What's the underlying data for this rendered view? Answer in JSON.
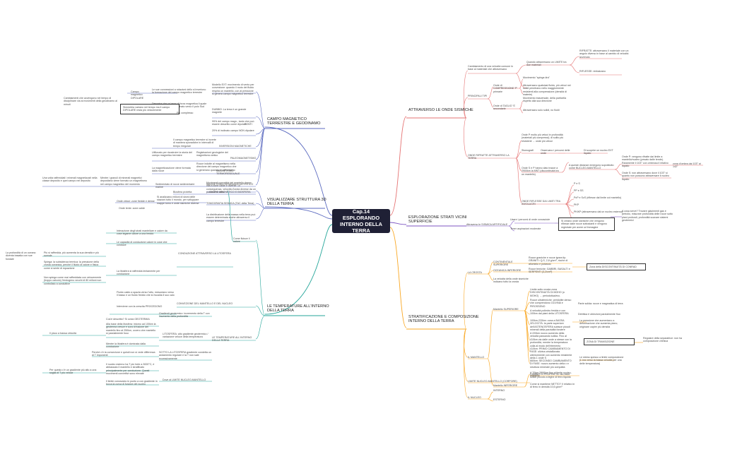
{
  "root": "Cap.14 ESPLORANDO INTERNO DELLA TERRA",
  "branches": {
    "onde": "ATTRAVERSO LE ONDE SISMICHE",
    "campo": "CAMPO MAGNETICO TERRESTRE E GEODINAMO",
    "visual": "VISUALIZZARE STRUTTURA 3D DELLA TERRA",
    "temp": "LE TEMPERATURE ALL'INTERNO DELLA TERRA",
    "esplor": "ESPLORAZIONE STRATI VICINI SUPERFICIE",
    "strat": "STRATIFICAZIONE E COMPOSIZIONE INTERNO DELLA TERRA"
  },
  "onde_nodes": {
    "n1": "Cambiamento di una velocità comune in base al materiale che attraversano",
    "n2": "Quando attraversano un LIMITE tra due materiali",
    "n3": "RIFRATTE: attraversano il materiale con un angolo diverso in base al cambio di velocità avvenuto",
    "n4": "RIFLESSE: rimbalzano",
    "n5": "PRINCIPALI TIPI",
    "n6": "Onde di COMPRESSIONE 'P' primarie",
    "n7": "Movimento \"spinge-tira\"",
    "n8": "Attraversano qualsiasi fluido, più veloci nei solidi penetrano nello maggiormente resistenti alla compressione (densità di materie)",
    "n9": "Onde di TAGLIO 'S' secondarie",
    "n10": "Movimento trasversale, della particella rispetto alla sua direzione",
    "n11": "Attraversano solo solidi, no fluidi",
    "n12": "ONDE RIFRATTE ATTRAVERSO LA TERRA",
    "n13": "Onde P molto più veloci in profondità (materiali più compressi); di solito più resistenti → onde più veloci",
    "n14": "Sismografi",
    "n15": "Osservano i percorsi delle onde",
    "n16": "Di scoprire un nucleo EXT liquido",
    "n17": "Onde S e P hanno dato tracce a 2900km la MNT (discontinuità tra un mantello)",
    "n18": "A queste distanze emergono soprattutto come NUCLEO-MANTELLO",
    "n19": "Onde P: vengono rifratte dai limite a mantello/nucleo (pesato dalle tende). Raramente il 103° con ombrosa il relativo liquido",
    "n20": "zona d'ombra dai 103° ai 142°",
    "n21": "Onde S: non attraversano dove il 103° si quanto non possono attraversare il nucleo liquido",
    "n22": "ONDE RIFLESSE DAI LIMITI TRA INVOLUCRI",
    "n23": "P e S",
    "n24": "PP e SS",
    "n25": "PcP e ScS (riflesse dal limite col mantello)",
    "n26": "PKP",
    "n27": "PKiKP (attraversano dal un nucleo esterno)",
    "n28": "PKIKP (attraversano nucleo int)"
  },
  "campo_nodes": {
    "c1": "Modello EXT: movimento di vento per convezione: quando il moto del fluido respira un mantello, con al pressione si genera campo magnetico terrestre",
    "c2": "Le sue connessioni a rotazioni dello si invertono la formazione del campo magnetico terrestre",
    "c3": "Campo magnetico DIPOLARE",
    "c4": "Dimostra che un'asse di forza magnetica il quale entra in polo di Nord inclinato verso il polo Sud",
    "c5": "DUBBIO: La terra è un grande magnete",
    "c6": "Cambiamenti che avvengono nel tempo di disciplinare via ai movimenti della geodinamo al minuti",
    "c7": "Simmetria variano nel tempo ma il campo DIPOLARE resta più velocemente",
    "c8": "Più complesso",
    "c9": "99% del campo magn., tanto che può essere descritto come dipolare",
    "c10": "20% di inclinato campo NON dipolare",
    "c11": "FONTI",
    "c12": "Il campo magnetico terrestre si inverte di maniera sporadiche in intervalli di tempo irregolari",
    "c13": "INVERSIONI MAGNETICHE",
    "c14": "Utilizzato per ricostruire la storia del campo magnetico terrestre",
    "c15": "Registrazioni geologiche del magnetismo antico",
    "c16": "PALEOMAGNETISMO",
    "c17": "La magnetizzazione viene formata dalla rocce",
    "c18": "Rocce indotte al magnetismo nella direzione del campo magnetico che si generano quando si raffreddano",
    "c19": "MAGNETISMO TERMORESIDUALE",
    "c20": "Una volta raffreddati i minerali magnetizzati nella classe deposito e quei campo nel deposito",
    "c21": "Mentre i granuli di minerali magnetici depositano viene formato un magnetismo nei campo magnetico del momento",
    "c22": "Sedimentato di rocce sedimentarie marine",
    "c23": "MAGNETISMO RESIDUALE DETRITICO",
    "c24": "Biosfera protetta",
    "c25": "CAMPO MAGNETICO E BIOSFERA"
  },
  "visual_nodes": {
    "v1": "Movimenti convettivi del mantello danno vita a zone calde e diverse. Di conseguenza, velocità d'onda diverse da un punto a un altro",
    "v2": "Onde veloci: zone fredde e dense",
    "v3": "Si analizzano milioni di sismi delle stazioni tutto il mondo, per sviluppare mappe tomo e onde sismiche diverse",
    "v4": "Onde lente: zone calde",
    "v5": "TOMOGRAFIA SISMICA (TAC della Terra)",
    "v6": "La distribuzione della massa nella terra può essere determinata anche attraverso il campo terrestre"
  },
  "temp_nodes": {
    "t1": "Interazione degli strati mantellare e calore da cose legame calore a una freddo",
    "t2": "Le capacità di conduzione calore in cose che conduce",
    "t3": "CONDUZIONE ATTRAVERSO LA LITOSFERA",
    "t4": "La profondità di un oceano diventa basatia con sue fondale",
    "t5": "Più si raffredda, più aumenta la sua densità e più scende",
    "t6": "Spiega: la subsidenza termica: la pressione della crosta oceanica, perché il fluido di calore e fisica come si sente di equazione",
    "t7": "La litosfera si raffredda lentamente per conduzione",
    "t8": "Non spiega come mai raffreddata con velocemente (troppo calcolo) l'endogeno vecchi di 80 milioni non controllato a conduttive",
    "t9": "Come fluisce il calore",
    "t10": "Fluido caldo a spazia verso l'alto, mescolano verso il basso e un fluido freddo che si riscalda il suo calo",
    "t11": "CONVEZIONE DEL MANTELLO E DEL NUCLEO",
    "t12": "Interviene con la crescita PROCEDONO",
    "t13": "Gradienti geotermico: incremento della T con l'aumento della profondità",
    "t14": "Cos'è descritto? Si ovvia GEOTERMIA",
    "t15": "Alla base della litosfera: intorno ad 100km la geoterma cresce e cura di fusione del mantello fino al 250km, ovvero che mantello si parzialmente fuso",
    "t16": "Il picco a bassa velocità",
    "t17": "LITOSFERA: alto gradiente geotermico / variazione veloce della temperatura",
    "t18": "LE TEMPERATURE ALL'INTERNO DELLA TERRA",
    "t19": "Mentre la litosfera è dominata dalla conduzione",
    "t20": "Perché c'è la convezione e quindi non si vede differenza di T imponenti",
    "t21": "SOTTO LA LITOSFERA gradiente condetta un andamento regolare e la T non sale eccessivamente",
    "t22": "Il nucleo esterno ha T più forte a 3000°C, è abbassato il mantello e stratificato principalmente per conduzione. Questi movimenti convettivi sono elevate",
    "t23": "Per questo c'è un gradiente più alto a una soglia di T più veloce",
    "t24": "Il limite conosciuto in punto a con gradiente in tocca la curva di fusione del nucleo",
    "t25": "Dove al LIMITE NUCLEO-MANTELLO"
  },
  "esplor_nodes": {
    "e1": "Attraverso le SISMICA ARTIFICIALE",
    "e2": "Usare i percorsi di onde conosciute",
    "e3": "Tener aspirazioni moderate",
    "e4": "Si creano onde sismiche che vengono riflesse dalle rocce sottostanti e vengono registrate per avere un'immagine",
    "e5": "A cosa serve? Trovare giacimenti gas e petrolio, misurare profondità delle rocce sotto piani profondi, profondità scavare sistemi geotermici"
  },
  "strat_nodes": {
    "s1": "LA CROSTA",
    "s2": "CONTINENTALE SUPERIORE",
    "s3": "Rocce graniche e rocce ignea tip. GRANITI: Q,S, 2,8 g/cm³, ricche di alluminio e potassio",
    "s4": "OCEANICA INFERIORE",
    "s5": "Rocce femiche: GABBRI, BASALTI e SERPENTI (3,2/cm³)",
    "s6": "Zona della DISCONTINUITÀ DI CONRAD",
    "s7": "La velocità della onde sismiche indicano tutto la crosta",
    "s8": "IL MANTELLO",
    "s9": "Mantello SUPERIORE",
    "s10": "Limite sotto crosta zona DISCONTINUITÀ DI MOHO (o MOHO) → periodotica/ecc.",
    "s11": "Rocce ultrafemiche: peridotite denso che comprendono OLIVINA e PIROSSENO",
    "s12": "Parte solida: rocce e magmatica di terra",
    "s13": "A velocità poliedro fredda e con 100km dai piani della LITOSFERA",
    "s14": "Detritica è obiezioni parzialmente fluo",
    "s15": "100km-220km: zona a BASSA VELOCITÀ: la parte superiore dell'ASTENOSFERA subisce piccoli minerali della parzialità fondere",
    "s16": "A 220km nuovo aumento della velocità passando solida. Fino al 410km via dalle onde a stesse con la profondità, mentre la temperatura colla al modo dell'elemento",
    "s17": "La pressione che aumentano a deformazione che aumenta piano, originare capire più densità",
    "s18": "410km: PRIMO CAMBIAMENTO DI FASE: olivina cristallizzata ulteriormente con aumento resistente della 1 onde S",
    "s19": "ZONA DI TRANSIZIONE",
    "s20": "Regolare della separatrice: non ha composizione chimica",
    "s21": "660km: SECONDO CAMBIAMENTO DI FASE: nuovo aumento della v e struttura minerale più compatta",
    "s22": "Mantello INFERIORE",
    "s23": "A 70km-2890km fino al limite nucleo-mantello",
    "s24": "Le stress spesso a limite composizione (L'ora verso la bassa velocità per una delle temperatura)",
    "s25": "LIMITE NUCLEO-MANTELLO (CORPORE)",
    "s26": "CAMBIO DI PROPRIETÀ: da rocce solide piccolo a leghe di ferro liquido",
    "s27": "IL NUCLEO",
    "s28": "Come si mantiene NETTO? Il relativo in di ferro in densità 10,5 g/cm³",
    "s29": "INTERNO",
    "s30": "ESTERNO"
  }
}
